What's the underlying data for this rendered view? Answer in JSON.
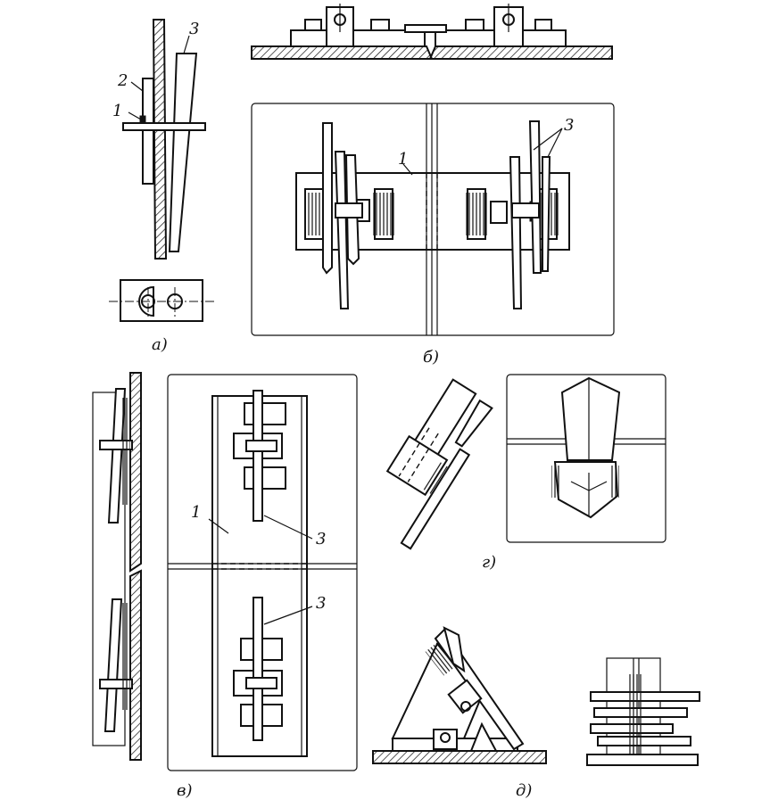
{
  "labels": {
    "part_1": "1",
    "part_2": "2",
    "part_3": "3",
    "view_a": "а)",
    "view_b": "б)",
    "view_v": "в)",
    "view_g": "г)",
    "view_d": "д)"
  }
}
